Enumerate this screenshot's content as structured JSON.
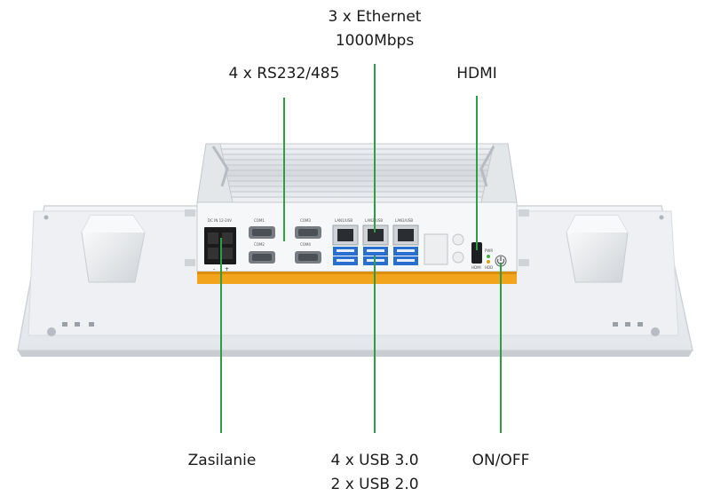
{
  "labels": {
    "ethernet": {
      "line1": "3 x Ethernet",
      "line2": "1000Mbps"
    },
    "serial": "4 x RS232/485",
    "hdmi": "HDMI",
    "power": "Zasilanie",
    "usb": {
      "line1": "4 x USB 3.0",
      "line2": "2 x USB 2.0"
    },
    "onoff": "ON/OFF"
  },
  "panel_text": {
    "dc_in": "DC IN 12-24V",
    "com1": "COM1",
    "com2": "COM2",
    "com3": "COM3",
    "com4": "COM4",
    "lan1": "LAN1/USB",
    "lan2": "LAN2/USB",
    "lan3": "LAN3/USB",
    "pwr": "PWR",
    "hdd": "HDD",
    "hdmi_port": "HDMI",
    "minus": "-",
    "plus": "+"
  },
  "colors": {
    "leader_line": "#2e9e44",
    "accent_strip": "#f2a51c",
    "lan_jack": "#2a6fd0",
    "text": "#1a1a1a"
  }
}
